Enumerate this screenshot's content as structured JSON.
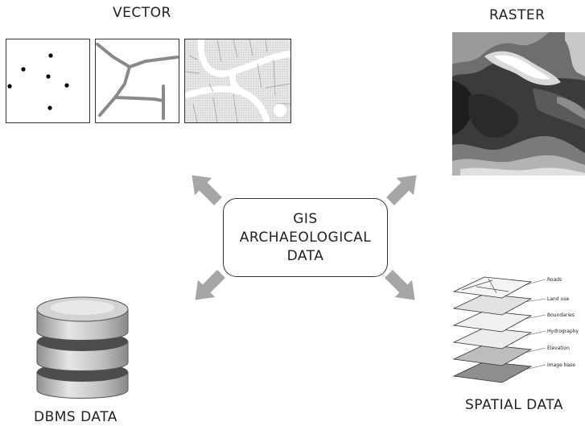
{
  "title_center": {
    "line1": "GIS",
    "line2": "ARCHAEOLOGICAL",
    "line3": "DATA"
  },
  "labels": {
    "vector": "VECTOR",
    "raster": "RASTER",
    "dbms": "DBMS DATA",
    "spatial": "SPATIAL DATA"
  },
  "spatial_layers": [
    "Roads",
    "Land use",
    "Boundaries",
    "Hydrography",
    "Elevation",
    "Image base"
  ],
  "colors": {
    "arrow": "#a6a6a6",
    "line": "#333333",
    "road_gray": "#8a8a8a",
    "db_gray": "#b5b5b5"
  }
}
